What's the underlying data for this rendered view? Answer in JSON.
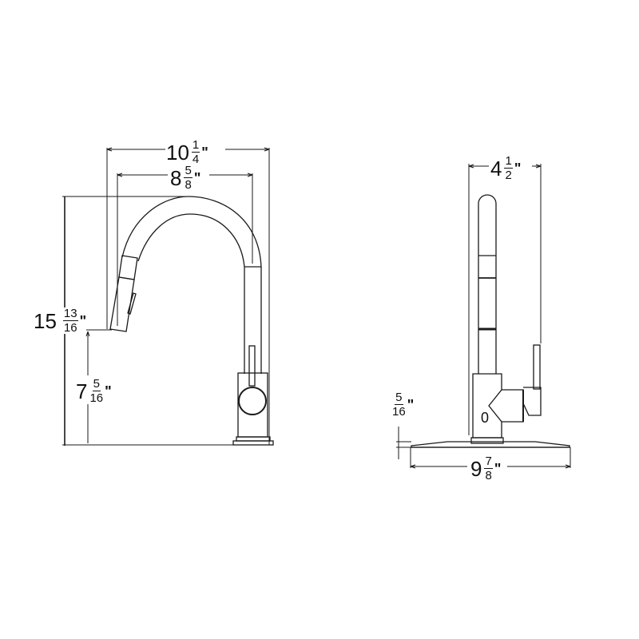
{
  "drawing": {
    "title": "Pull-down kitchen faucet dimension drawing",
    "views": [
      "front",
      "side"
    ],
    "line_color": "#1a1a1a",
    "background": "#ffffff"
  },
  "front_view": {
    "dimensions": {
      "overall_width": {
        "whole": "10",
        "num": "1",
        "den": "4",
        "unit": "\""
      },
      "spout_reach": {
        "whole": "8",
        "num": "5",
        "den": "8",
        "unit": "\""
      },
      "overall_height": {
        "whole": "15",
        "num": "13",
        "den": "16",
        "unit": "\""
      },
      "spout_clearance": {
        "whole": "7",
        "num": "5",
        "den": "16",
        "unit": "\""
      }
    }
  },
  "side_view": {
    "dimensions": {
      "depth": {
        "whole": "4",
        "num": "1",
        "den": "2",
        "unit": "\""
      },
      "deck_plate_height": {
        "whole": "",
        "num": "5",
        "den": "16",
        "unit": "\""
      },
      "deck_plate_width": {
        "whole": "9",
        "num": "7",
        "den": "8",
        "unit": "\""
      }
    },
    "base_marking": "0"
  }
}
